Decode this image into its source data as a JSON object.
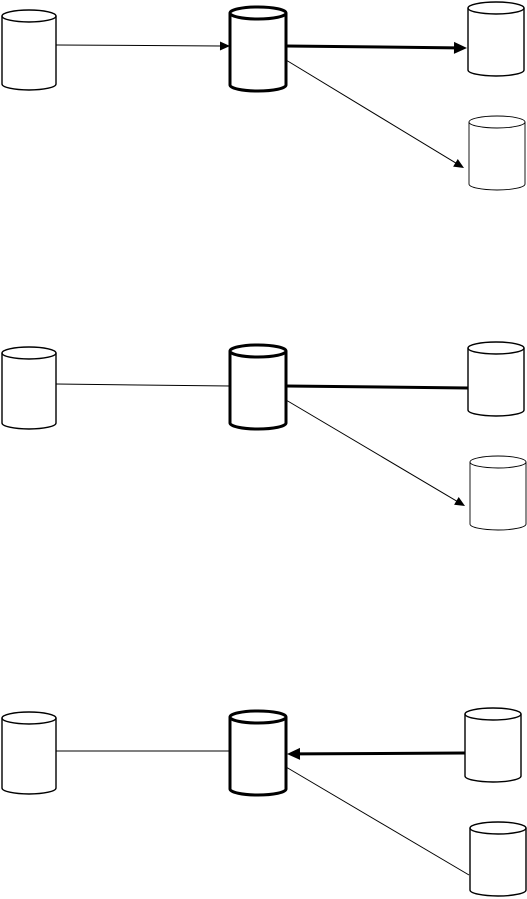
{
  "diagrams": [
    {
      "nodes": [
        {
          "id": "source",
          "emphasis": "normal"
        },
        {
          "id": "hub",
          "emphasis": "bold"
        },
        {
          "id": "target-a",
          "emphasis": "normal"
        },
        {
          "id": "target-b",
          "emphasis": "light"
        }
      ],
      "edges": [
        {
          "from": "source",
          "to": "hub",
          "weight": "thin",
          "arrow": "end"
        },
        {
          "from": "hub",
          "to": "target-a",
          "weight": "thick",
          "arrow": "end"
        },
        {
          "from": "hub",
          "to": "target-b",
          "weight": "thin",
          "arrow": "end"
        }
      ]
    },
    {
      "nodes": [
        {
          "id": "source",
          "emphasis": "normal"
        },
        {
          "id": "hub",
          "emphasis": "bold"
        },
        {
          "id": "target-a",
          "emphasis": "normal"
        },
        {
          "id": "target-b",
          "emphasis": "light"
        }
      ],
      "edges": [
        {
          "from": "source",
          "to": "hub",
          "weight": "thin",
          "arrow": "none"
        },
        {
          "from": "hub",
          "to": "target-a",
          "weight": "thick",
          "arrow": "none"
        },
        {
          "from": "hub",
          "to": "target-b",
          "weight": "thin",
          "arrow": "end"
        }
      ]
    },
    {
      "nodes": [
        {
          "id": "source",
          "emphasis": "normal"
        },
        {
          "id": "hub",
          "emphasis": "bold"
        },
        {
          "id": "target-a",
          "emphasis": "normal"
        },
        {
          "id": "target-b",
          "emphasis": "normal"
        }
      ],
      "edges": [
        {
          "from": "source",
          "to": "hub",
          "weight": "thin",
          "arrow": "none"
        },
        {
          "from": "target-a",
          "to": "hub",
          "weight": "thick",
          "arrow": "end"
        },
        {
          "from": "hub",
          "to": "target-b",
          "weight": "thin",
          "arrow": "none"
        }
      ]
    }
  ],
  "colors": {
    "stroke": "#000000",
    "background": "#ffffff"
  }
}
